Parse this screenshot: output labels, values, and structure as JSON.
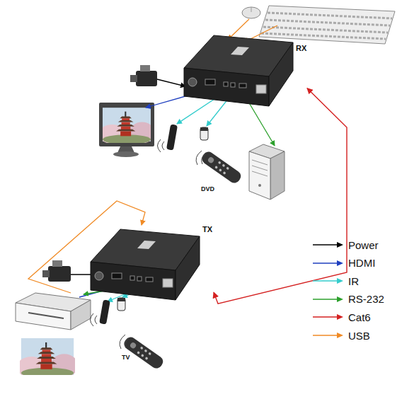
{
  "diagram": {
    "nodes": [
      {
        "text": [
          "RX"
        ]
      },
      {
        "text": [
          "TX"
        ]
      }
    ],
    "edges": [
      {
        "from": 0,
        "to": 1,
        "arrow": "both"
      }
    ],
    "labels": [
      "DVD",
      "TV"
    ],
    "legend": [
      {
        "text": "Power",
        "color": "#000000"
      },
      {
        "text": "HDMI",
        "color": "#1f3fbf"
      },
      {
        "text": "IR",
        "color": "#33cccc"
      },
      {
        "text": "RS-232",
        "color": "#2ca02c"
      },
      {
        "text": "Cat6",
        "color": "#d42020"
      },
      {
        "text": "USB",
        "color": "#f08a24"
      }
    ]
  }
}
